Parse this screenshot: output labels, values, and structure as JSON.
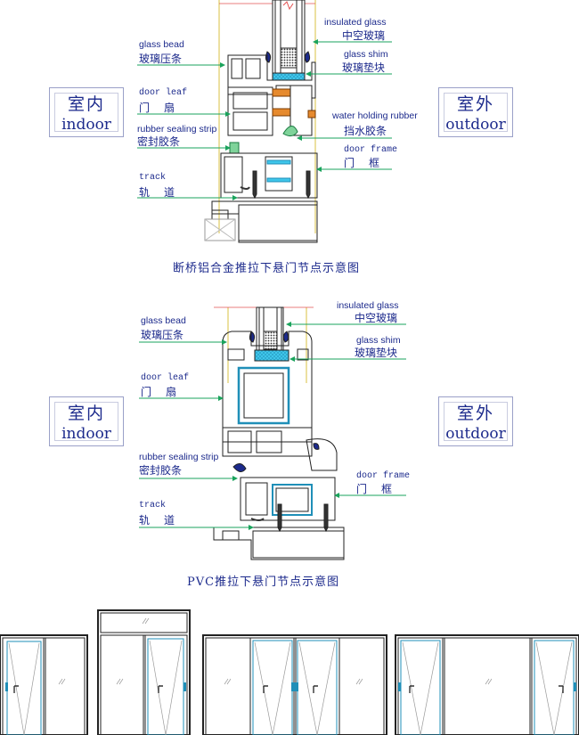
{
  "colors": {
    "label": "#1c2a8c",
    "leader": "#1aa35c",
    "profile": "#222222",
    "glass_shim": "#39c3e8",
    "rubber": "#1c2a8c"
  },
  "section1": {
    "caption": "断桥铝合金推拉下悬门节点示意图",
    "indoor_cn": "室内",
    "indoor_en": "indoor",
    "outdoor_cn": "室外",
    "outdoor_en": "outdoor",
    "glass_bead_en": "glass bead",
    "glass_bead_cn": "玻璃压条",
    "door_leaf_en": "door leaf",
    "door_leaf_cn": "门扇",
    "rubber_en": "rubber sealing strip",
    "rubber_cn": "密封胶条",
    "track_en": "track",
    "track_cn": "轨道",
    "insulated_en": "insulated glass",
    "insulated_cn": "中空玻璃",
    "shim_en": "glass shim",
    "shim_cn": "玻璃垫块",
    "water_en": "water holding rubber",
    "water_cn": "挡水胶条",
    "frame_en": "door frame",
    "frame_cn": "门框"
  },
  "section2": {
    "caption": "PVC推拉下悬门节点示意图",
    "indoor_cn": "室内",
    "indoor_en": "indoor",
    "outdoor_cn": "室外",
    "outdoor_en": "outdoor",
    "glass_bead_en": "glass bead",
    "glass_bead_cn": "玻璃压条",
    "door_leaf_en": "door leaf",
    "door_leaf_cn": "门扇",
    "rubber_en": "rubber sealing strip",
    "rubber_cn": "密封胶条",
    "track_en": "track",
    "track_cn": "轨道",
    "insulated_en": "insulated glass",
    "insulated_cn": "中空玻璃",
    "shim_en": "glass shim",
    "shim_cn": "玻璃垫块",
    "frame_en": "door frame",
    "frame_cn": "门框"
  }
}
